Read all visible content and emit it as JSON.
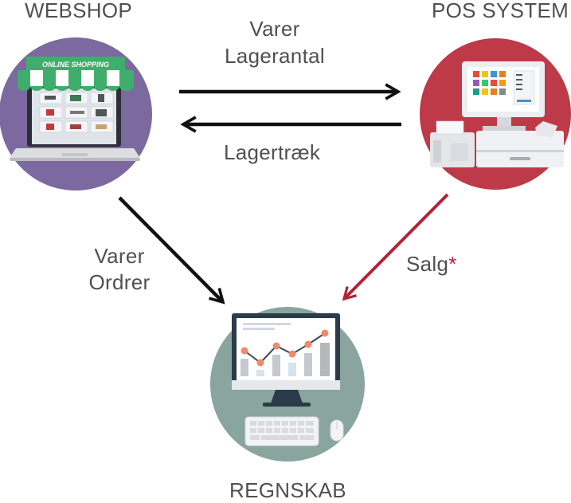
{
  "nodes": {
    "webshop": {
      "title": "WEBSHOP",
      "awning_text": "ONLINE SHOPPING",
      "circle_color": "#7b69a0"
    },
    "pos": {
      "title": "POS SYSTEM",
      "circle_color": "#be3a48"
    },
    "accounting": {
      "title": "REGNSKAB",
      "circle_color": "#8aa59d"
    }
  },
  "edges": {
    "webshop_to_pos": {
      "line1": "Varer",
      "line2": "Lagerantal",
      "color": "#111111"
    },
    "pos_to_webshop": {
      "label": "Lagertræk",
      "color": "#111111"
    },
    "webshop_to_accounting": {
      "line1": "Varer",
      "line2": "Ordrer",
      "color": "#111111"
    },
    "pos_to_accounting": {
      "label": "Salg",
      "marker": "*",
      "color": "#b0243a",
      "marker_color": "#b0243a"
    }
  }
}
